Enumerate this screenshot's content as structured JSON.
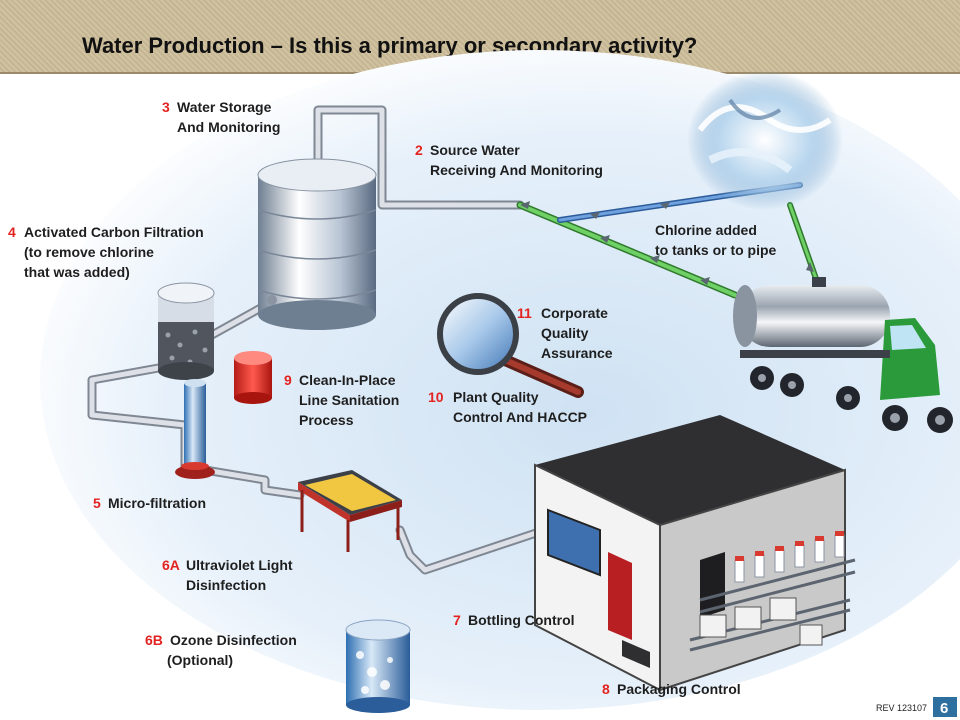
{
  "title": "Water Production – Is this a primary or secondary activity?",
  "steps": {
    "s1": {
      "num": "3",
      "line1": "Water Storage",
      "line2": "And Monitoring"
    },
    "s2": {
      "num": "2",
      "line1": "Source Water",
      "line2": "Receiving And Monitoring"
    },
    "s3": {
      "num": "4",
      "line1": "Activated Carbon Filtration",
      "line2": "(to remove chlorine",
      "line3": "that was added)"
    },
    "s4": {
      "line1": "Chlorine added",
      "line2": "to tanks or to pipe"
    },
    "s5": {
      "num": "11",
      "line1": "Corporate",
      "line2": "Quality",
      "line3": "Assurance"
    },
    "s6": {
      "num": "9",
      "line1": "Clean-In-Place",
      "line2": "Line Sanitation",
      "line3": "Process"
    },
    "s7": {
      "num": "10",
      "line1": "Plant Quality",
      "line2": "Control And HACCP"
    },
    "s8": {
      "num": "5",
      "line1": "Micro-filtration"
    },
    "s9": {
      "num": "6A",
      "line1": "Ultraviolet Light",
      "line2": "Disinfection"
    },
    "s10": {
      "num": "7",
      "line1": "Bottling Control"
    },
    "s11": {
      "num": "6B",
      "line1": "Ozone Disinfection",
      "line2": "(Optional)"
    },
    "s12": {
      "num": "8",
      "line1": "Packaging Control"
    }
  },
  "footer": {
    "rev": "REV 123107",
    "page": "6"
  },
  "colors": {
    "title_bg": "#cdbd99",
    "number_red": "#e32320",
    "pipe_gray": "#c9ccd3",
    "pipe_green": "#5fbf5a",
    "pipe_blue": "#4f84c4",
    "truck_green": "#2a9a3a",
    "footer_box": "#2d6f9e"
  }
}
